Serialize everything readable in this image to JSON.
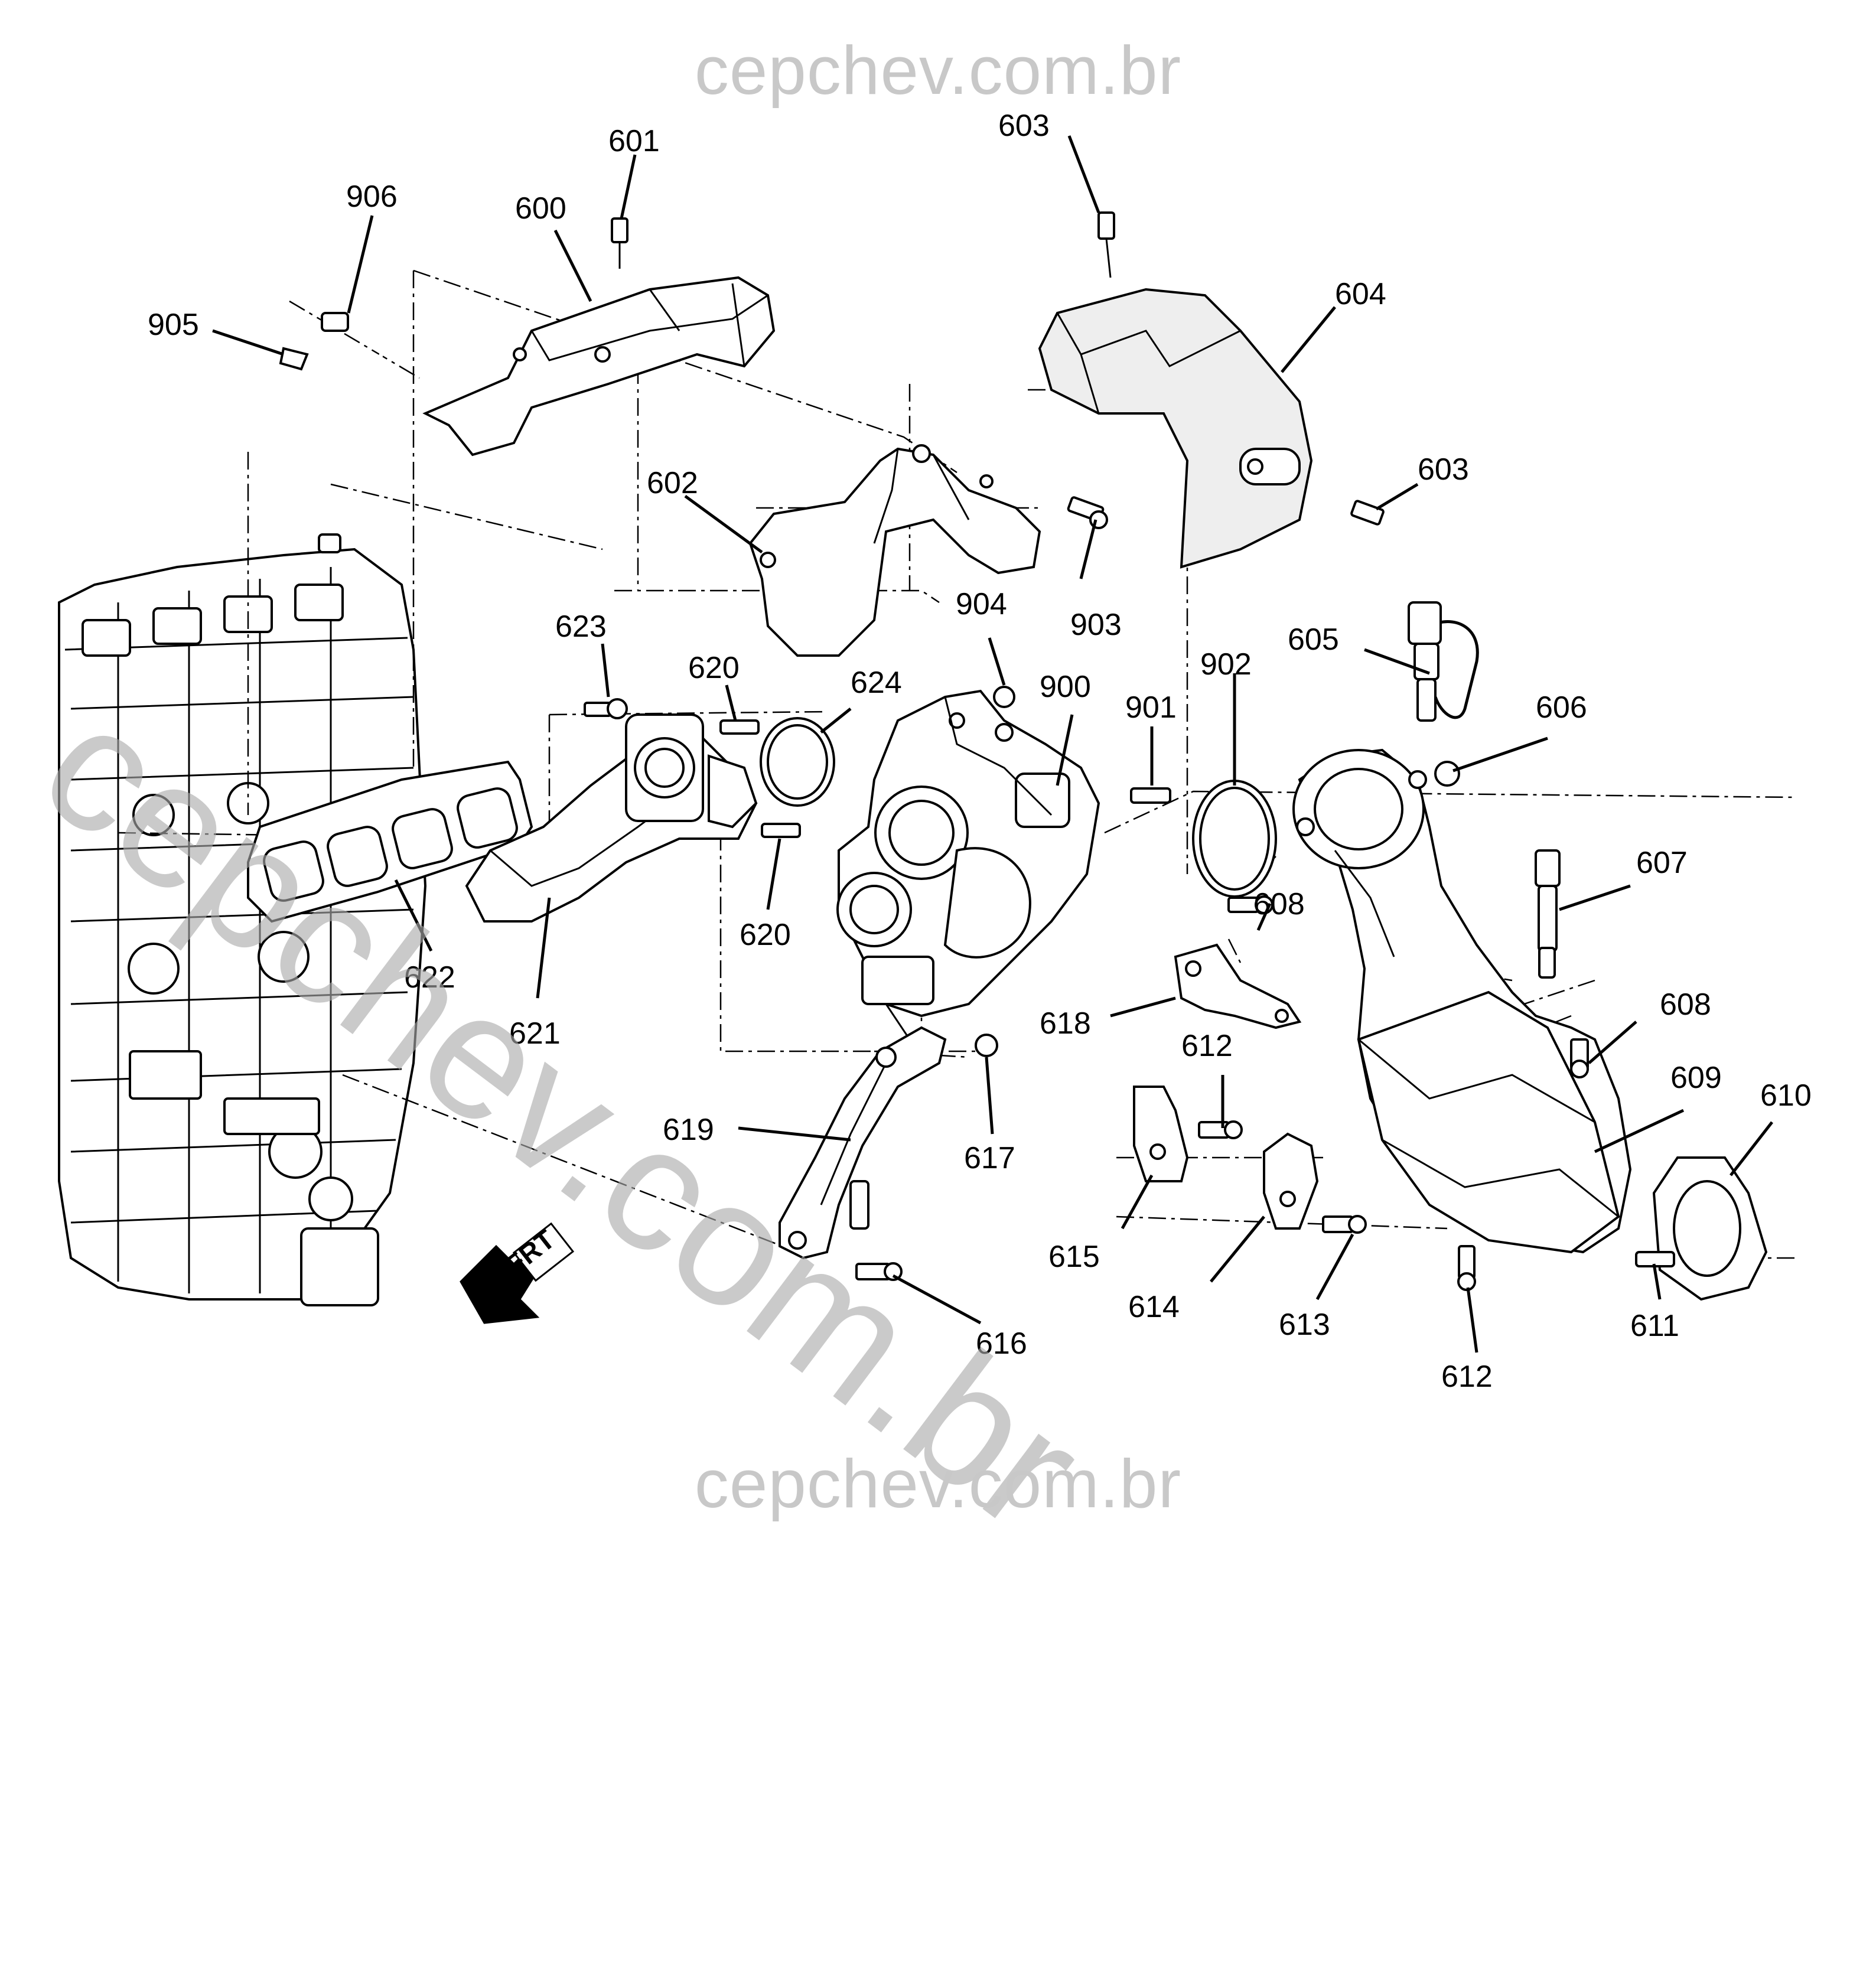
{
  "watermark": {
    "top": "cepchev.com.br",
    "bottom": "cepchev.com.br",
    "diagonal": "cepchev.com.br"
  },
  "frt_label": "FRT",
  "callouts": {
    "c600": "600",
    "c601": "601",
    "c602": "602",
    "c603a": "603",
    "c603b": "603",
    "c604": "604",
    "c605": "605",
    "c606": "606",
    "c607": "607",
    "c608a": "608",
    "c608b": "608",
    "c609": "609",
    "c610": "610",
    "c611": "611",
    "c612a": "612",
    "c612b": "612",
    "c613": "613",
    "c614": "614",
    "c615": "615",
    "c616": "616",
    "c617": "617",
    "c618": "618",
    "c619": "619",
    "c620a": "620",
    "c620b": "620",
    "c621": "621",
    "c622": "622",
    "c623": "623",
    "c624": "624",
    "c900": "900",
    "c901": "901",
    "c902": "902",
    "c903": "903",
    "c904": "904",
    "c905": "905",
    "c906": "906"
  }
}
